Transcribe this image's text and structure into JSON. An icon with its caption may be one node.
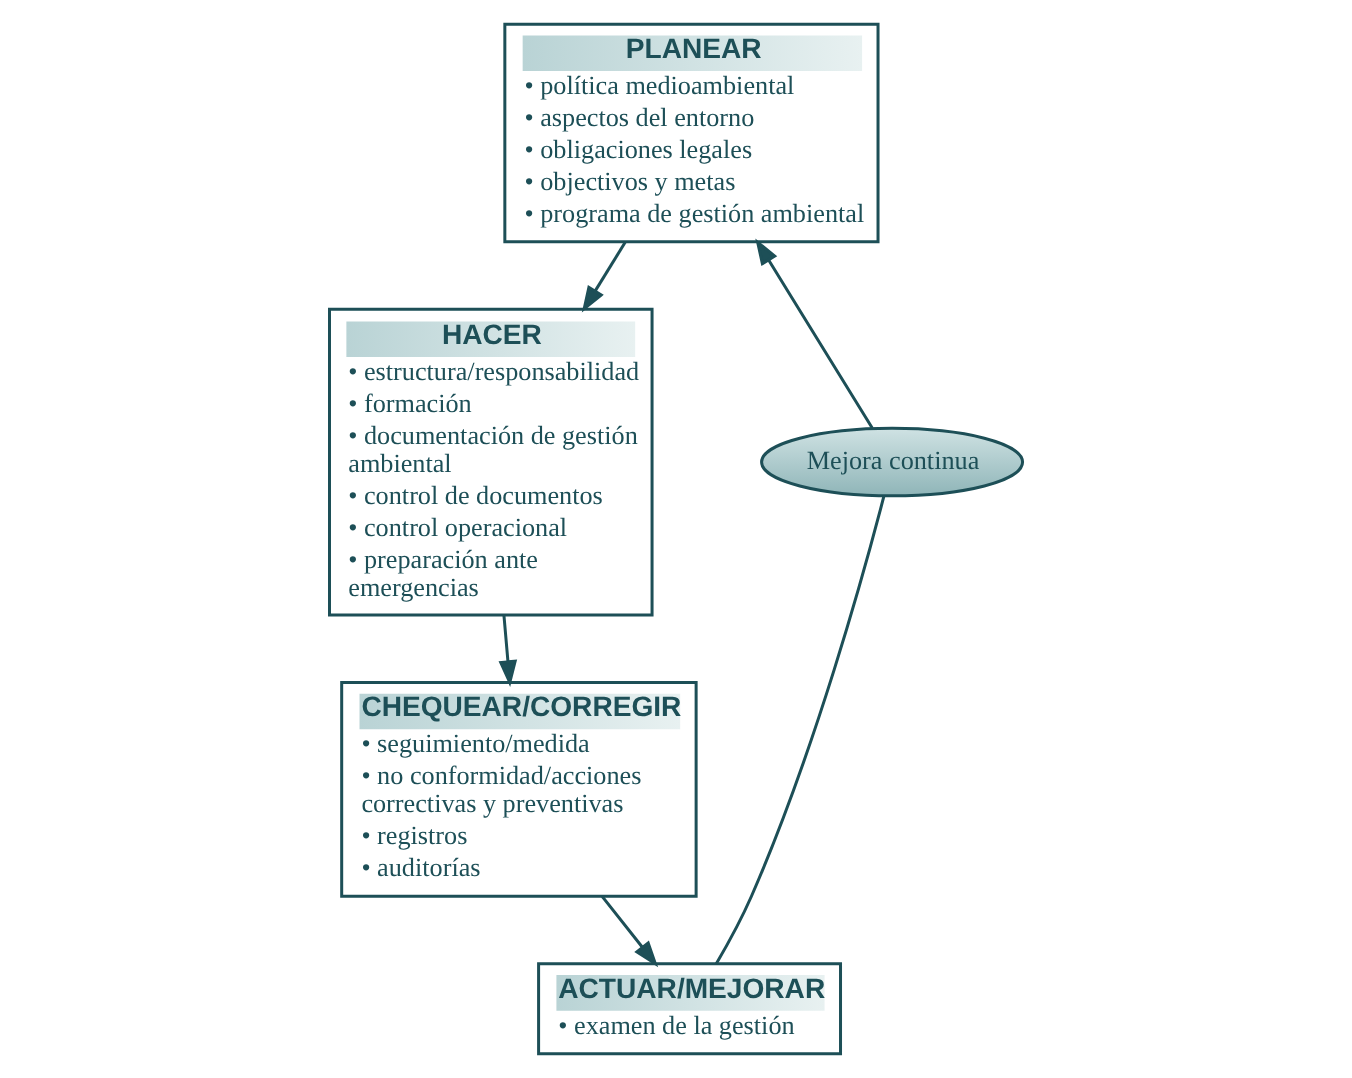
{
  "diagram": {
    "nodes": [
      {
        "text": [
          "PLANEAR",
          "• política medioambiental",
          "• aspectos del entorno",
          "• obligaciones legales",
          "• objectivos y metas",
          "• programa de gestión ambiental"
        ]
      },
      {
        "text": [
          "HACER",
          "• estructura/responsabilidad",
          "• formación",
          "• documentación de gestión ambiental",
          "• control de documentos",
          "• control operacional",
          "• preparación ante emergencias"
        ]
      },
      {
        "text": [
          "CHEQUEAR/CORREGIR",
          "• seguimiento/medida",
          "• no conformidad/acciones correctivas y preventivas",
          "• registros",
          "• auditorías"
        ]
      },
      {
        "text": [
          "ACTUAR/MEJORAR",
          "• examen de la gestión"
        ]
      },
      {
        "text": [
          "Mejora continua"
        ]
      }
    ],
    "edges": [
      {
        "from": 0,
        "to": 1,
        "arrow": "to"
      },
      {
        "from": 1,
        "to": 2,
        "arrow": "to"
      },
      {
        "from": 2,
        "to": 3,
        "arrow": "to"
      },
      {
        "from": 3,
        "to": 4,
        "arrow": "none"
      },
      {
        "from": 4,
        "to": 0,
        "arrow": "to"
      }
    ]
  }
}
